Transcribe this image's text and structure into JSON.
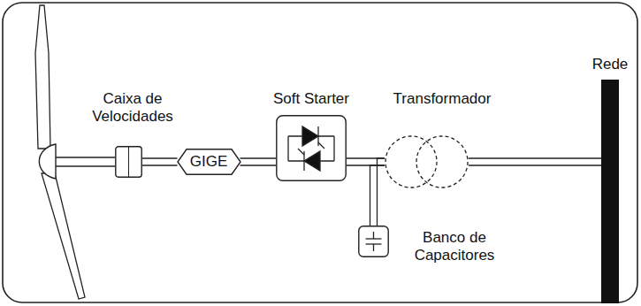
{
  "diagram": {
    "nodes": [
      {
        "text": [
          "Caixa de Velocidades"
        ]
      },
      {
        "text": [
          "GIGE"
        ]
      },
      {
        "text": [
          "Soft Starter"
        ]
      },
      {
        "text": [
          "Transformador"
        ]
      },
      {
        "text": [
          "Banco de Capacitores"
        ]
      },
      {
        "text": [
          "Rede"
        ]
      }
    ],
    "edges": [
      {
        "from": 0,
        "to": 1,
        "arrow": "none"
      },
      {
        "from": 1,
        "to": 2,
        "arrow": "none"
      },
      {
        "from": 2,
        "to": 3,
        "arrow": "none"
      },
      {
        "from": 3,
        "to": 5,
        "arrow": "none"
      },
      {
        "from": 4,
        "to": 3,
        "arrow": "none"
      }
    ]
  }
}
